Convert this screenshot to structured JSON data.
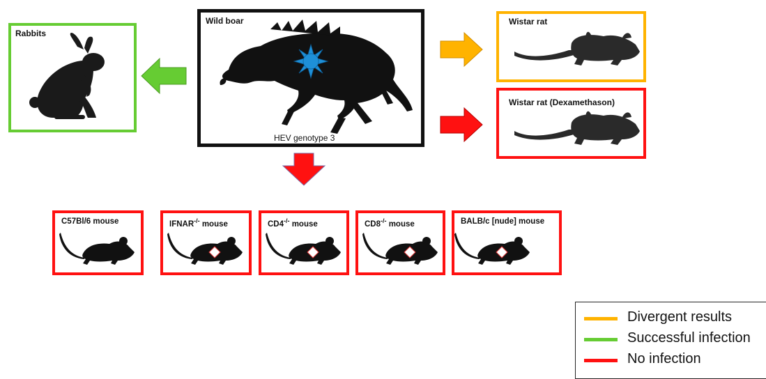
{
  "colors": {
    "divergent": "#FFB300",
    "success": "#66CC33",
    "none": "#FF1111",
    "source": "#111111",
    "virus": "#1E90D8"
  },
  "source": {
    "title": "Wild boar",
    "caption": "HEV genotype 3"
  },
  "targets": {
    "rabbits": {
      "title": "Rabbits",
      "outcome": "success"
    },
    "wistar_rat": {
      "title": "Wistar rat",
      "outcome": "divergent"
    },
    "wistar_rat_dexa": {
      "title": "Wistar rat (Dexamethason)",
      "outcome": "none"
    }
  },
  "mice": [
    {
      "name": "C57Bl/6",
      "suffix": " mouse",
      "sup": "",
      "knockout": false
    },
    {
      "name": "IFNAR",
      "suffix": " mouse",
      "sup": "-/-",
      "knockout": true
    },
    {
      "name": "CD4",
      "suffix": " mouse",
      "sup": "-/-",
      "knockout": true
    },
    {
      "name": "CD8",
      "suffix": " mouse",
      "sup": "-/-",
      "knockout": true
    },
    {
      "name": "BALB/c [nude]",
      "suffix": " mouse",
      "sup": "",
      "knockout": true
    }
  ],
  "legend": [
    {
      "color_key": "divergent",
      "label": "Divergent results"
    },
    {
      "color_key": "success",
      "label": "Successful infection"
    },
    {
      "color_key": "none",
      "label": "No infection"
    }
  ]
}
